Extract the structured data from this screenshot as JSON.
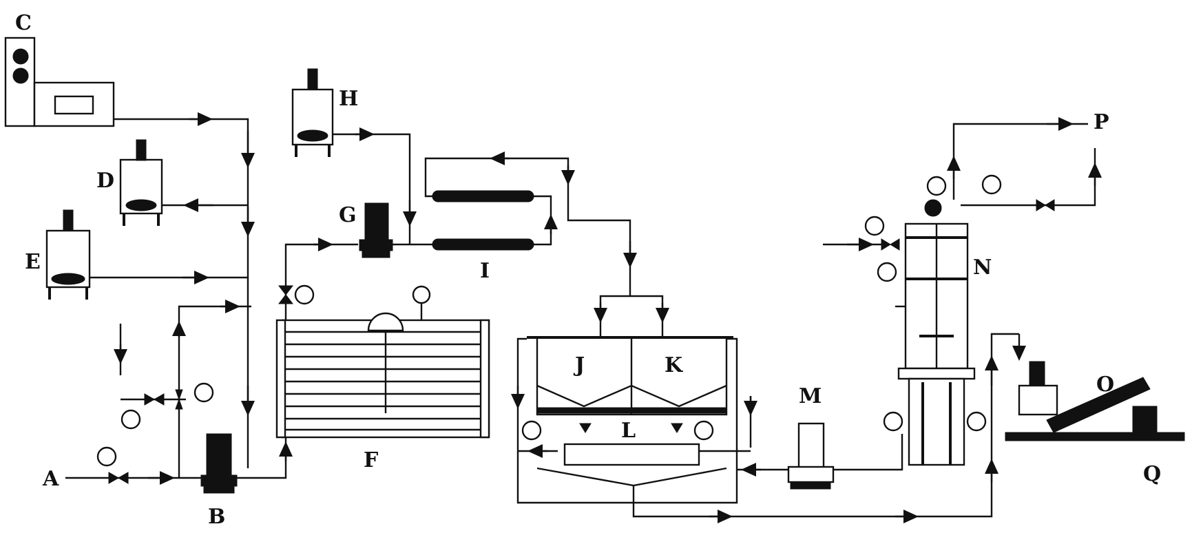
{
  "labels": {
    "A": "A",
    "B": "B",
    "C": "C",
    "D": "D",
    "E": "E",
    "F": "F",
    "G": "G",
    "H": "H",
    "I": "I",
    "J": "J",
    "K": "K",
    "L": "L",
    "M": "M",
    "N": "N",
    "O": "O",
    "P": "P",
    "Q": "Q"
  },
  "colors": {
    "line": "#111111",
    "background": "#ffffff"
  }
}
